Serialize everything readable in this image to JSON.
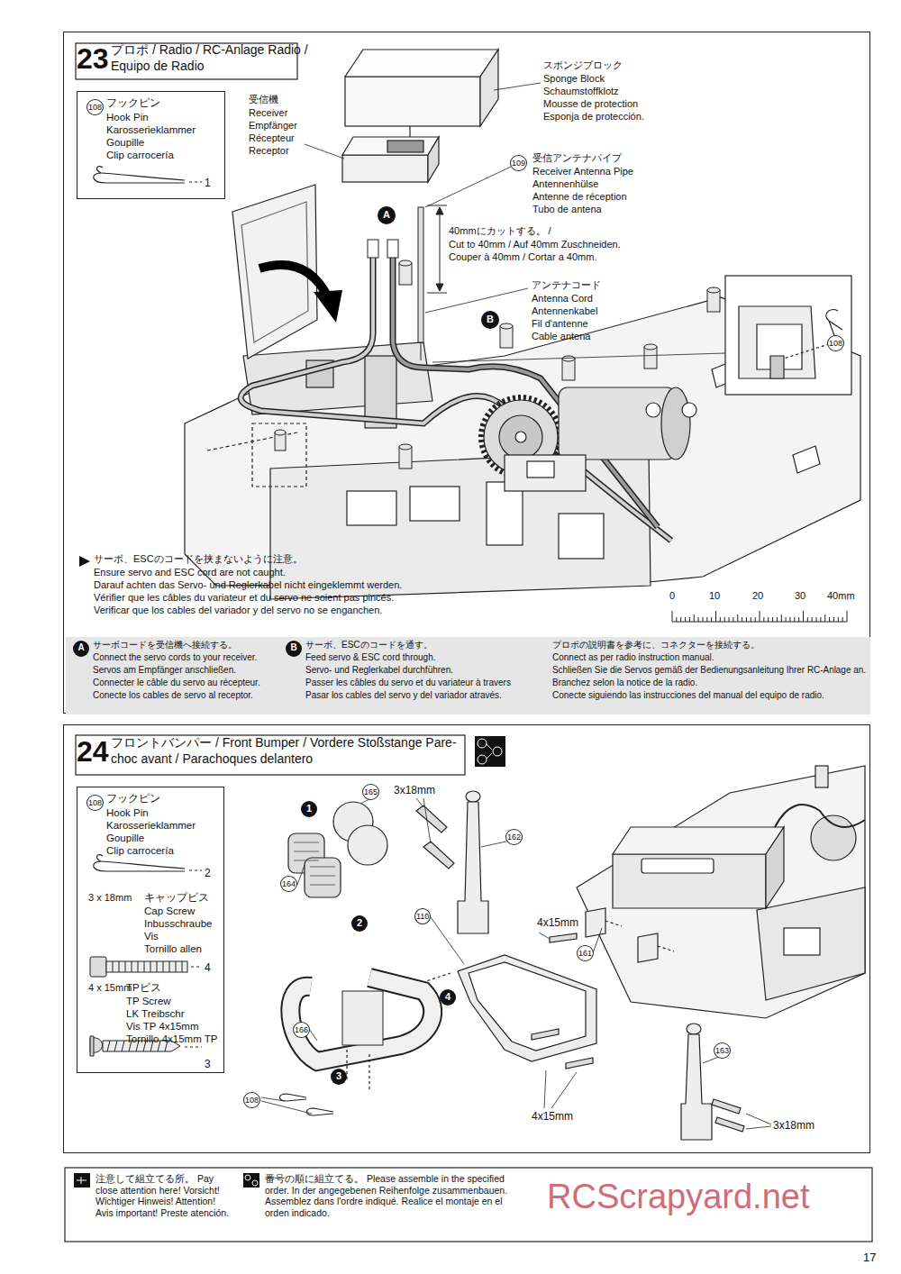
{
  "diagram": {
    "nodes": [
      {
        "text": [
          "23",
          "プロポ / Radio / RC-Anlage Radio / Equipo de Radio"
        ]
      },
      {
        "text": [
          "108",
          "フックピン",
          "Hook Pin",
          "Karosserieklammer",
          "Goupille",
          "Clip carrocería",
          "1"
        ],
        "in": 0
      },
      {
        "text": [
          "A",
          "サーボコードを受信機へ接続する。",
          "Connect the servo cords to your receiver.",
          "Servos am Empfänger anschließen.",
          "Connecter le câble du servo au récepteur.",
          "Conecte los cables de servo al receptor.",
          "B",
          "サーボ、ESCのコードを通す。",
          "Feed servo & ESC cord through.",
          "Servo- und Reglerkabel durchführen.",
          "Passer les câbles du servo et du variateur à travers",
          "Pasar los cables del servo y del variador através.",
          "プロポの説明書を参考に、コネクターを接続する。",
          "Connect as per radio instruction manual.",
          "Schließen Sie die Servos gemäß der Bedienungsanleitung Ihrer RC-Anlage an.",
          "Branchez selon la notice de la radio.",
          "Conecte siguiendo las instrucciones del manual del equipo de radio."
        ],
        "in": 0
      },
      {
        "text": [
          "24",
          "フロントバンパー / Front Bumper / Vordere Stoßstange Pare-choc avant / Parachoques delantero"
        ]
      },
      {
        "text": [
          "108",
          "フックピン",
          "Hook Pin",
          "Karosserieklammer",
          "Goupille",
          "Clip carrocería",
          "2",
          "3 x 18mm",
          "キャップビス",
          "Cap Screw",
          "Inbusschraube",
          "Vis",
          "Tornillo allen",
          "4",
          "4 x 15mm",
          "TPビス",
          "TP Screw",
          "LK Treibschr",
          "Vis TP 4x15mm",
          "Tornillo 4x15mm TP",
          "3"
        ],
        "in": 3
      }
    ],
    "labels": [
      "受信機",
      "Receiver",
      "Empfänger",
      "Récepteur",
      "Receptor",
      "スポンジブロック",
      "Sponge Block",
      "Schaumstoffklotz",
      "Mousse de protection",
      "Esponja de protección.",
      "109",
      "受信アンテナパイプ",
      "Receiver Antenna Pipe",
      "Antennenhülse",
      "Antenne de réception",
      "Tubo de antena",
      "40mmにカットする。 /",
      "Cut to 40mm / Auf 40mm Zuschneiden.",
      "Couper à 40mm / Cortar a 40mm.",
      "アンテナコード",
      "Antenna Cord",
      "Antennenkabel",
      "Fil d'antenne",
      "Cable antena",
      "A",
      "B",
      "108",
      "サーボ、ESCのコードを挟まないように注意。",
      "Ensure servo and ESC cord are not caught.",
      "Darauf achten das Servo- und Reglerkabel nicht eingeklemmt werden.",
      "Vérifier que les câbles du variateur et du servo ne soient pas pincés.",
      "Verificar que los cables del variador y del servo no se enganchen.",
      "0",
      "10",
      "20",
      "30",
      "40mm",
      "1",
      "165",
      "164",
      "2",
      "3",
      "4",
      "166",
      "108",
      "3x18mm",
      "162",
      "110",
      "4x15mm",
      "161",
      "4x15mm",
      "163",
      "3x18mm",
      "RCScrapyard.net",
      "17"
    ],
    "legend": [
      {
        "text": "注意して組立てる所。 Pay close attention here! Vorsicht! Wichtiger Hinweis! Attention! Avis important! Preste atención."
      },
      {
        "text": "番号の順に組立てる。 Please assemble in the specified order. In der angegebenen Reihenfolge zusammenbauen. Assemblez dans l'ordre indiqué. Realice el montaje en el orden indicado."
      }
    ]
  }
}
